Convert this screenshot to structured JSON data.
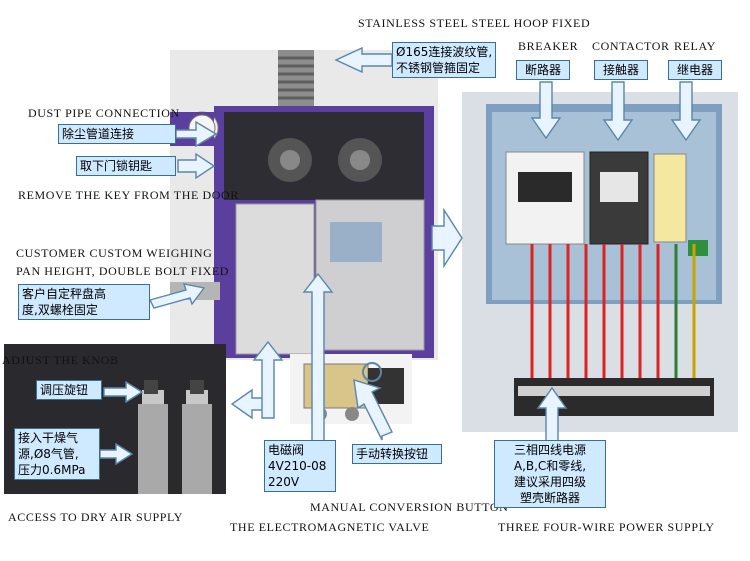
{
  "labels_en": {
    "stainless_hoop": "STAINLESS STEEL STEEL HOOP FIXED",
    "breaker": "BREAKER",
    "contactor": "CONTACTOR",
    "relay": "RELAY",
    "dust_pipe": "DUST PIPE CONNECTION",
    "remove_key": "REMOVE THE KEY FROM THE DOOR",
    "custom_weigh_1": "CUSTOMER CUSTOM WEIGHING",
    "custom_weigh_2": "PAN HEIGHT, DOUBLE BOLT FIXED",
    "adjust_knob": "ADJUST THE KNOB",
    "dry_air": "ACCESS TO DRY AIR SUPPLY",
    "manual_button": "MANUAL CONVERSION BUTTON",
    "valve": "THE ELECTROMAGNETIC VALVE",
    "three_phase": "THREE FOUR-WIRE POWER SUPPLY"
  },
  "labels_cn": {
    "hoop_1": "Ø165连接波纹管,",
    "hoop_2": "不锈钢管箍固定",
    "breaker": "断路器",
    "contactor": "接触器",
    "relay": "继电器",
    "dust_pipe": "除尘管道连接",
    "remove_key": "取下门锁钥匙",
    "custom_1": "客户自定秤盘高",
    "custom_2": "度,双螺栓固定",
    "knob": "调压旋钮",
    "air_1": "接入干燥气",
    "air_2": "源,Ø8气管,",
    "air_3": "压力0.6MPa",
    "valve_1": "电磁阀",
    "valve_2": "4V210-08",
    "valve_3": "220V",
    "manual": "手动转换按钮",
    "power_1": "三相四线电源",
    "power_2": "A,B,C和零线,",
    "power_3": "建议采用四级",
    "power_4": "塑壳断路器"
  },
  "colors": {
    "label_bg": "#cfe9ff",
    "machine_purple": "#5b3f9e",
    "panel_blue": "#7f9fc0",
    "arrow_fill": "#e8f4ff",
    "arrow_stroke": "#5a86ad"
  }
}
